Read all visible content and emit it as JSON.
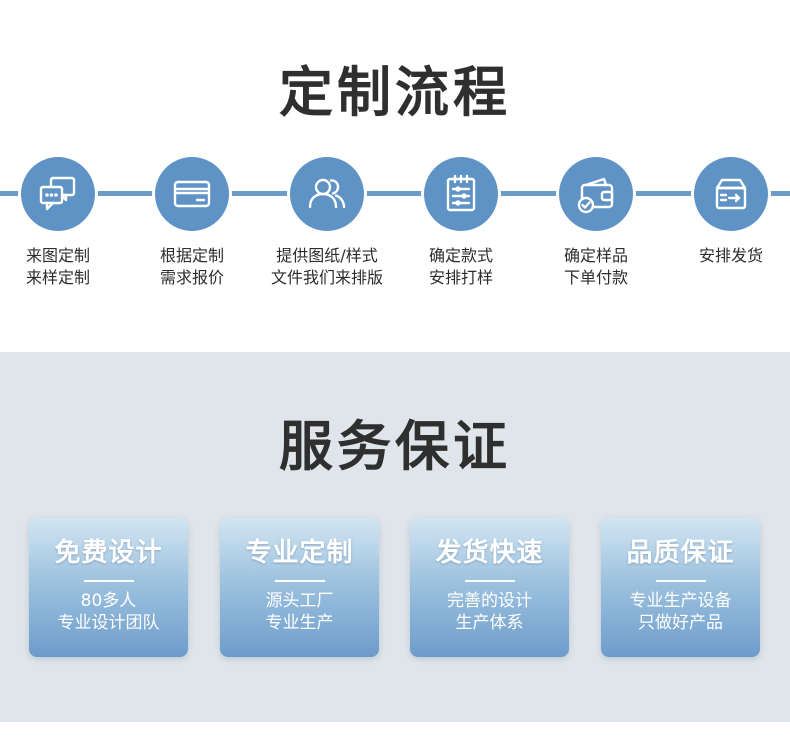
{
  "process": {
    "title": "定制流程",
    "steps": [
      {
        "icon": "chat-icon",
        "label": "来图定制\n来样定制"
      },
      {
        "icon": "card-icon",
        "label": "根据定制\n需求报价"
      },
      {
        "icon": "users-icon",
        "label": "提供图纸/样式\n文件我们来排版"
      },
      {
        "icon": "checklist-icon",
        "label": "确定款式\n安排打样"
      },
      {
        "icon": "wallet-icon",
        "label": "确定样品\n下单付款"
      },
      {
        "icon": "shipping-box-icon",
        "label": "安排发货"
      }
    ]
  },
  "service": {
    "title": "服务保证",
    "cards": [
      {
        "title": "免费设计",
        "desc": "80多人\n专业设计团队"
      },
      {
        "title": "专业定制",
        "desc": "源头工厂\n专业生产"
      },
      {
        "title": "发货快速",
        "desc": "完善的设计\n生产体系"
      },
      {
        "title": "品质保证",
        "desc": "专业生产设备\n只做好产品"
      }
    ]
  },
  "colors": {
    "accent_blue": "#5f93c5",
    "timeline_blue": "#6a9cc9",
    "service_bg": "#dfe5ea",
    "title_text": "#2f2f2f"
  }
}
